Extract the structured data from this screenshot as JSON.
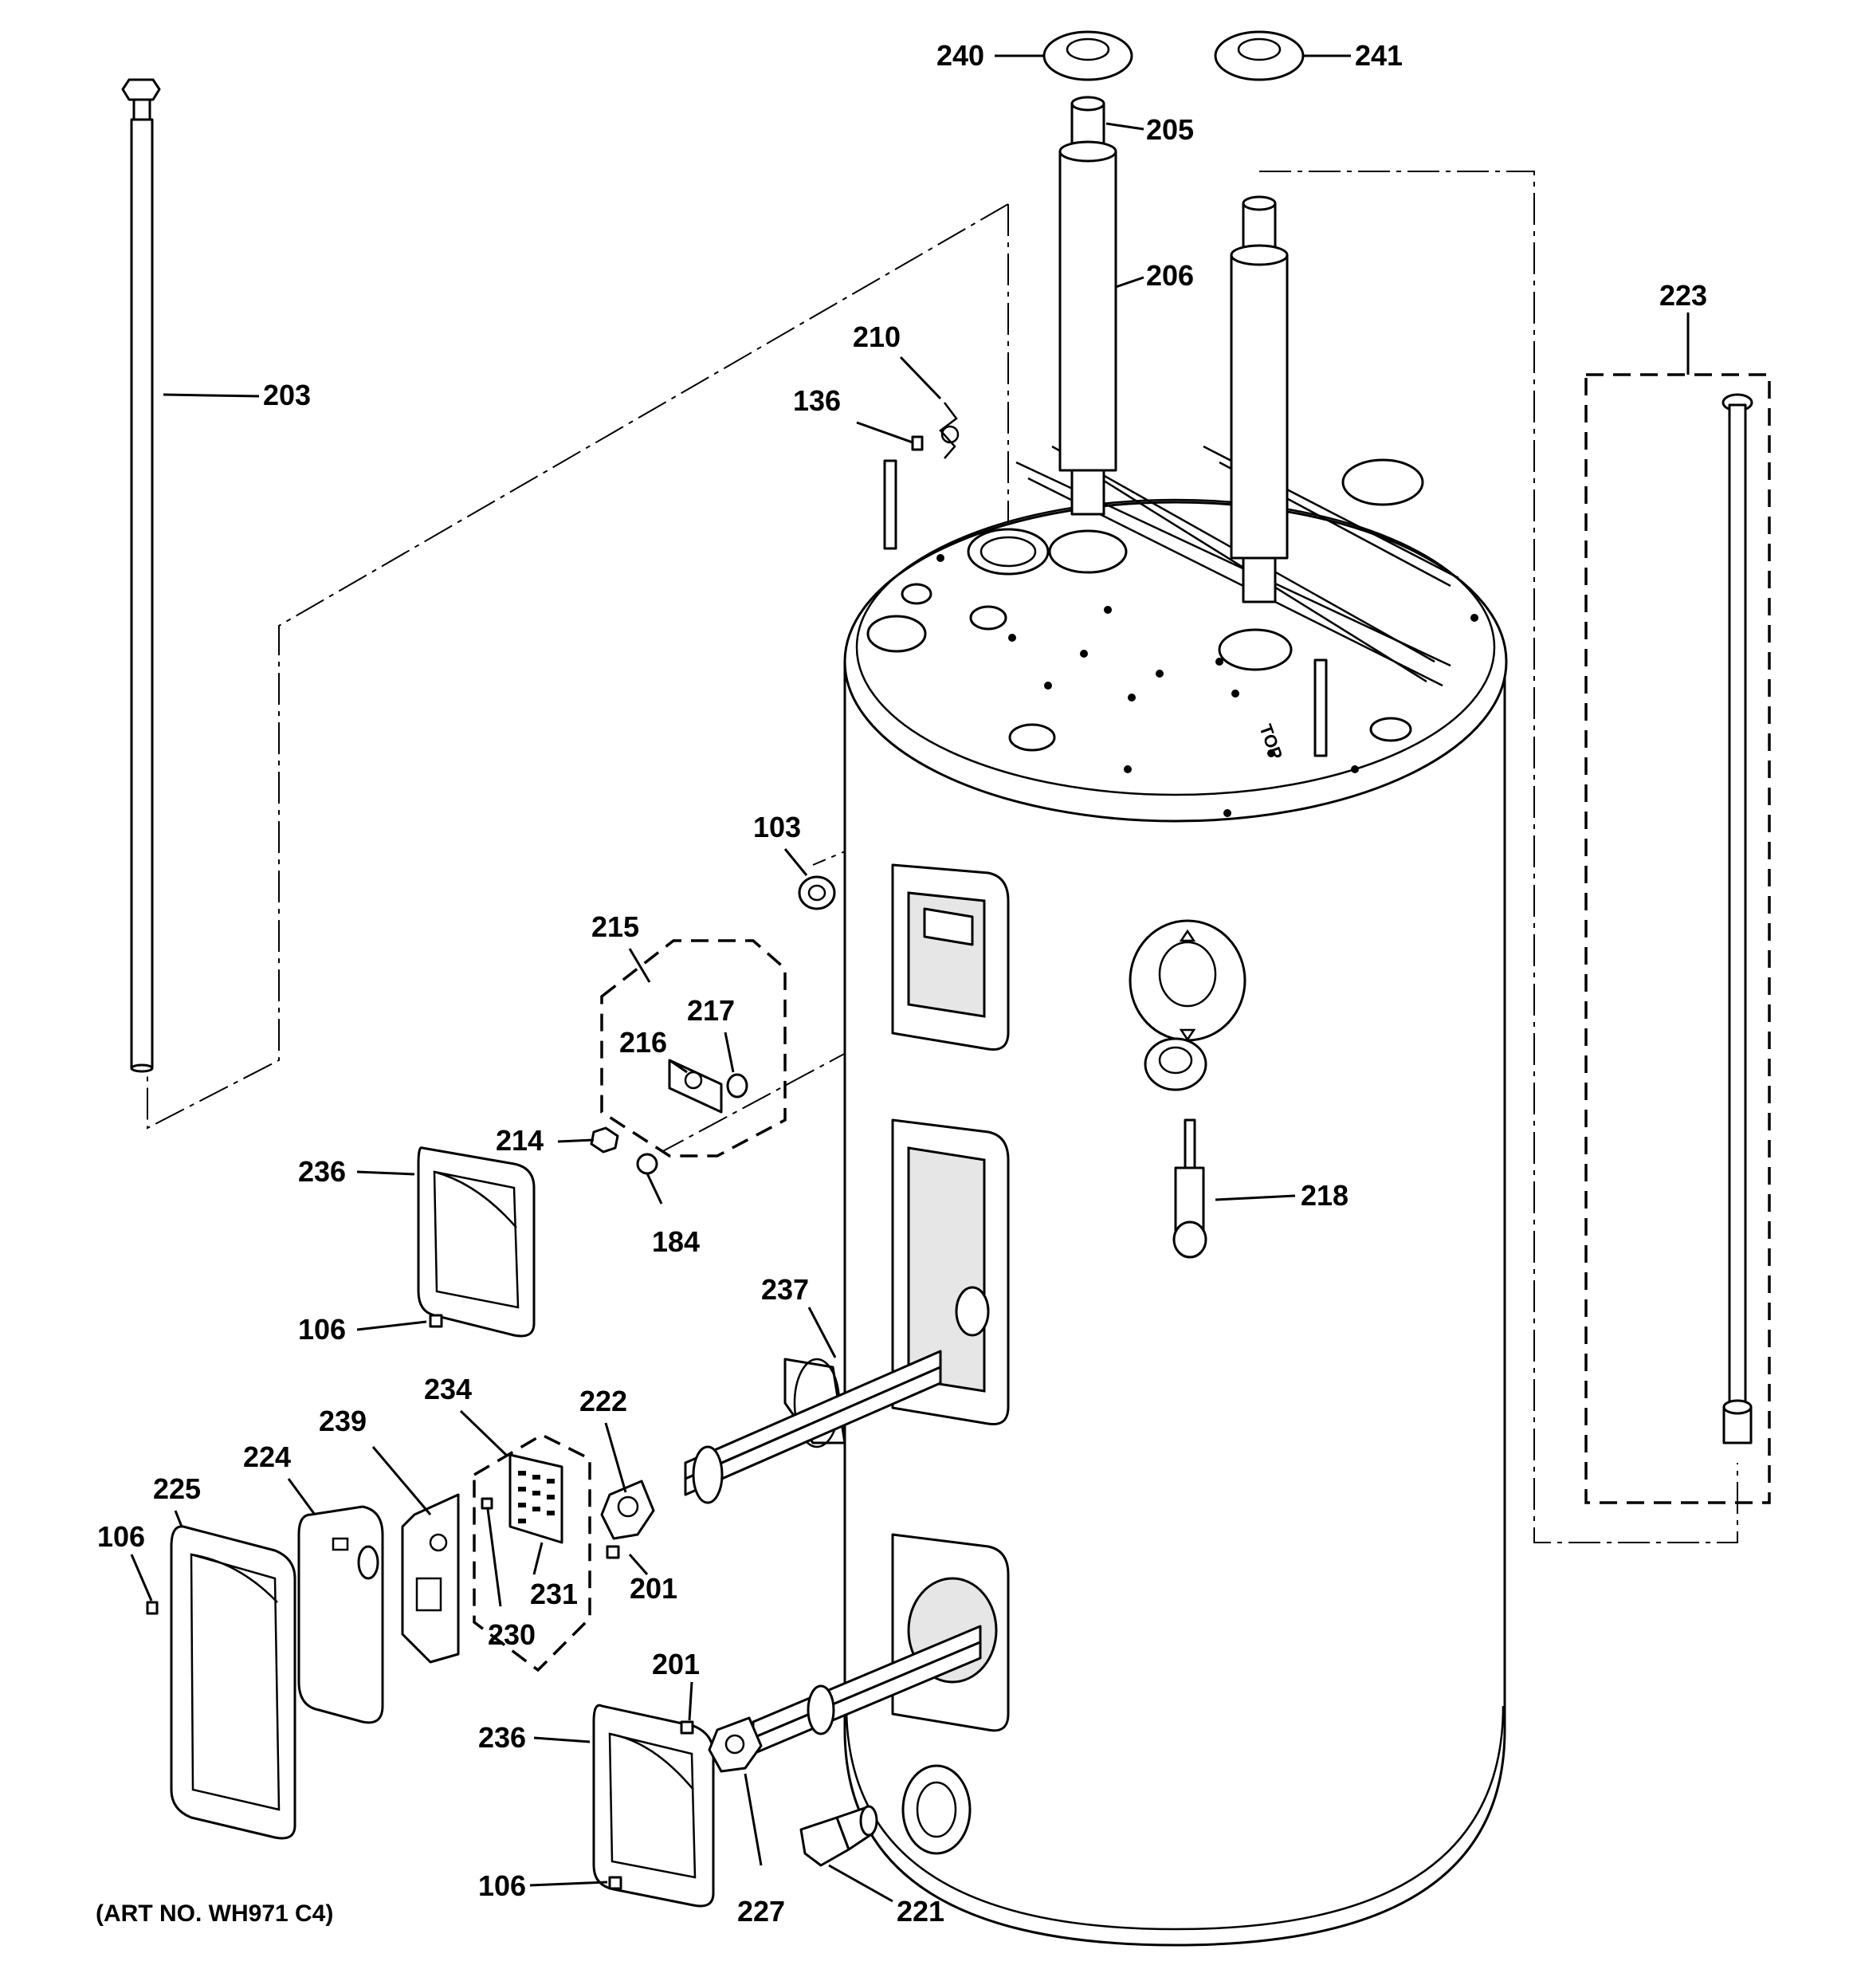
{
  "diagram": {
    "art_number": "(ART NO. WH971 C4)",
    "top_badge": "TOP",
    "callouts": [
      {
        "id": "c240",
        "label": "240"
      },
      {
        "id": "c241",
        "label": "241"
      },
      {
        "id": "c205",
        "label": "205"
      },
      {
        "id": "c206",
        "label": "206"
      },
      {
        "id": "c203",
        "label": "203"
      },
      {
        "id": "c210",
        "label": "210"
      },
      {
        "id": "c136",
        "label": "136"
      },
      {
        "id": "c223",
        "label": "223"
      },
      {
        "id": "c103",
        "label": "103"
      },
      {
        "id": "c215",
        "label": "215"
      },
      {
        "id": "c217",
        "label": "217"
      },
      {
        "id": "c216",
        "label": "216"
      },
      {
        "id": "c214",
        "label": "214"
      },
      {
        "id": "c184",
        "label": "184"
      },
      {
        "id": "c236a",
        "label": "236"
      },
      {
        "id": "c106a",
        "label": "106"
      },
      {
        "id": "c218",
        "label": "218"
      },
      {
        "id": "c237",
        "label": "237"
      },
      {
        "id": "c234",
        "label": "234"
      },
      {
        "id": "c222",
        "label": "222"
      },
      {
        "id": "c239",
        "label": "239"
      },
      {
        "id": "c224",
        "label": "224"
      },
      {
        "id": "c225",
        "label": "225"
      },
      {
        "id": "c106b",
        "label": "106"
      },
      {
        "id": "c231",
        "label": "231"
      },
      {
        "id": "c230",
        "label": "230"
      },
      {
        "id": "c201a",
        "label": "201"
      },
      {
        "id": "c201b",
        "label": "201"
      },
      {
        "id": "c236b",
        "label": "236"
      },
      {
        "id": "c106c",
        "label": "106"
      },
      {
        "id": "c227",
        "label": "227"
      },
      {
        "id": "c221",
        "label": "221"
      }
    ]
  }
}
